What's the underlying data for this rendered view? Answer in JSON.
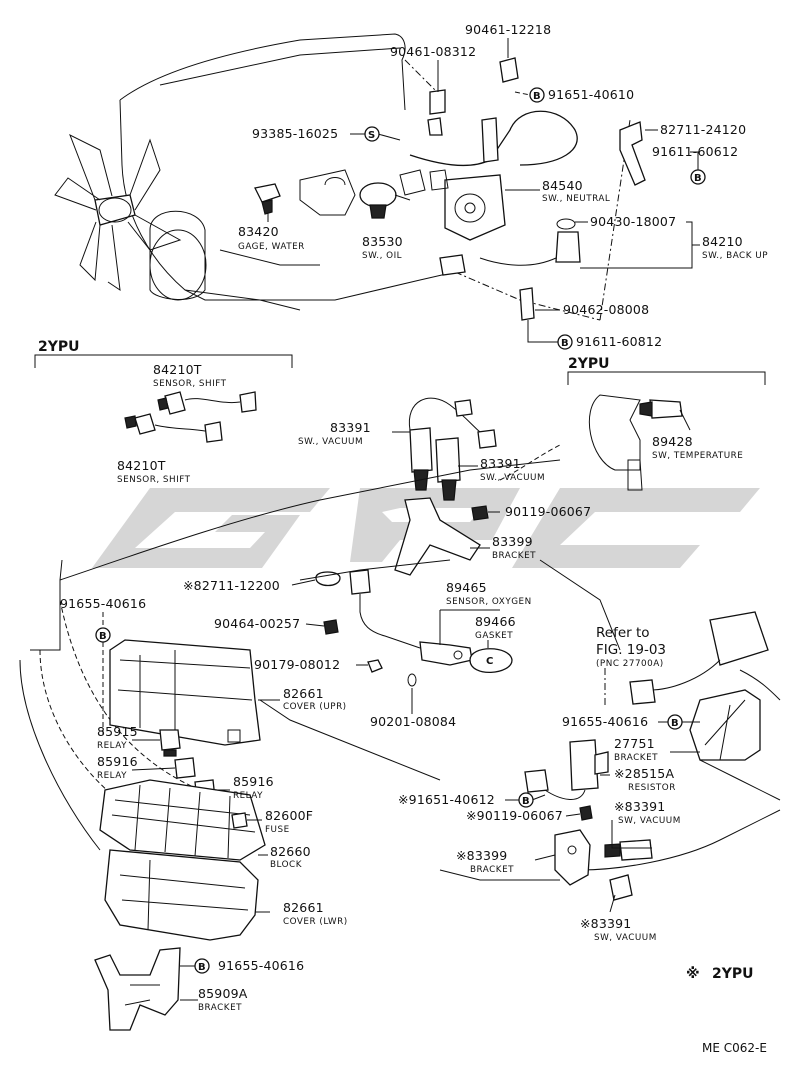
{
  "diagram": {
    "code": "ME C062-E",
    "legend": {
      "symbol": "※",
      "text": "2YPU"
    },
    "group_headers": {
      "left": "2YPU",
      "right": "2YPU"
    },
    "reference": {
      "line1": "Refer to",
      "line2": "FIG. 19-03",
      "line3": "(PNC 27700A)"
    },
    "markers": {
      "S": "S",
      "B": "B"
    },
    "watermark": "GPG",
    "labels": {
      "p90461_12218": {
        "num": "90461-12218"
      },
      "p90461_08312": {
        "num": "90461-08312"
      },
      "p91651_40610": {
        "num": "91651-40610"
      },
      "p82711_24120": {
        "num": "82711-24120"
      },
      "p93385_16025": {
        "num": "93385-16025"
      },
      "p91611_60612": {
        "num": "91611-60612"
      },
      "p84540": {
        "num": "84540",
        "desc": "SW., NEUTRAL"
      },
      "p83420": {
        "num": "83420",
        "desc": "GAGE, WATER"
      },
      "p83530": {
        "num": "83530",
        "desc": "SW., OIL"
      },
      "p90430_18007": {
        "num": "90430-18007"
      },
      "p84210": {
        "num": "84210",
        "desc": "SW., BACK UP"
      },
      "p90462_08008": {
        "num": "90462-08008"
      },
      "p91611_60812": {
        "num": "91611-60812"
      },
      "p84210T_a": {
        "num": "84210T",
        "desc": "SENSOR, SHIFT"
      },
      "p84210T_b": {
        "num": "84210T",
        "desc": "SENSOR, SHIFT"
      },
      "p83391_a": {
        "num": "83391",
        "desc": "SW., VACUUM"
      },
      "p83391_b": {
        "num": "83391",
        "desc": "SW., VACUUM"
      },
      "p89428": {
        "num": "89428",
        "desc": "SW, TEMPERATURE"
      },
      "p90119_06067_a": {
        "num": "90119-06067"
      },
      "p83399_a": {
        "num": "83399",
        "desc": "BRACKET"
      },
      "p82711_12200": {
        "num": "※82711-12200"
      },
      "p89465": {
        "num": "89465",
        "desc": "SENSOR, OXYGEN"
      },
      "p91655_40616_a": {
        "num": "91655-40616"
      },
      "p90464_00257": {
        "num": "90464-00257"
      },
      "p89466": {
        "num": "89466",
        "desc": "GASKET"
      },
      "p90179_08012": {
        "num": "90179-08012"
      },
      "p82661_upr": {
        "num": "82661",
        "desc": "COVER (UPR)"
      },
      "p90201_08084": {
        "num": "90201-08084"
      },
      "p91655_40616_b": {
        "num": "91655-40616"
      },
      "p85915": {
        "num": "85915",
        "desc": "RELAY"
      },
      "p27751": {
        "num": "27751",
        "desc": "BRACKET"
      },
      "p85916_a": {
        "num": "85916",
        "desc": "RELAY"
      },
      "p28515A": {
        "num": "※28515A",
        "desc": "RESISTOR"
      },
      "p85916_b": {
        "num": "85916",
        "desc": "RELAY"
      },
      "p91651_40612": {
        "num": "※91651-40612"
      },
      "p83391_c": {
        "num": "※83391",
        "desc": "SW, VACUUM"
      },
      "p82600F": {
        "num": "82600F",
        "desc": "FUSE"
      },
      "p90119_06067_b": {
        "num": "※90119-06067"
      },
      "p82660": {
        "num": "82660",
        "desc": "BLOCK"
      },
      "p83399_b": {
        "num": "※83399",
        "desc": "BRACKET"
      },
      "p82661_lwr": {
        "num": "82661",
        "desc": "COVER (LWR)"
      },
      "p83391_d": {
        "num": "※83391",
        "desc": "SW, VACUUM"
      },
      "p91655_40616_c": {
        "num": "91655-40616"
      },
      "p85909A": {
        "num": "85909A",
        "desc": "BRACKET"
      }
    }
  }
}
